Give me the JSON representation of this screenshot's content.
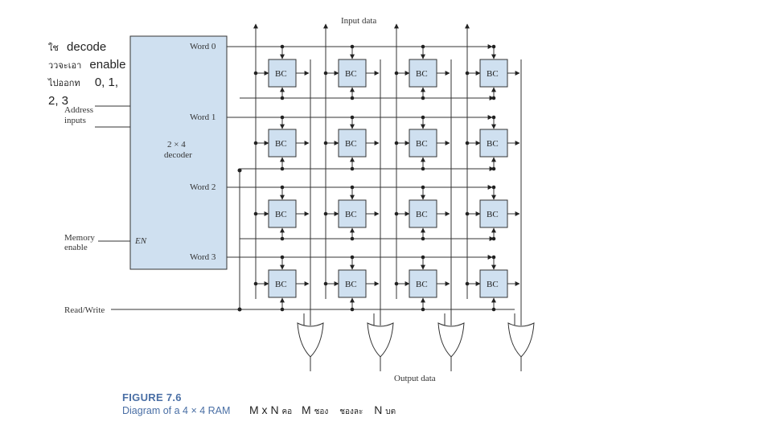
{
  "note": {
    "line1_th": "ใช",
    "line1_en": "decode",
    "line2_th": "ววจะเอา",
    "line2_en": "enable",
    "line3_th": "ไปออกท",
    "line3_en": "0, 1,",
    "line4": "2, 3"
  },
  "diagram": {
    "input_data": "Input data",
    "output_data": "Output data",
    "address_inputs": "Address inputs",
    "memory_enable": "Memory enable",
    "read_write": "Read/Write",
    "decoder_line1": "2 × 4",
    "decoder_line2": "decoder",
    "en": "EN",
    "words": [
      "Word 0",
      "Word 1",
      "Word 2",
      "Word 3"
    ],
    "cell_label": "BC"
  },
  "caption": {
    "figure": "FIGURE 7.6",
    "text": "Diagram of a 4 × 4 RAM",
    "note_m": "M x N",
    "note_th1": "คอ",
    "note_m2": "M",
    "note_th2": "ชอง",
    "note_th3": "ชองละ",
    "note_n": "N",
    "note_th4": "บต"
  },
  "colors": {
    "cell_fill": "#cfe0f0",
    "decoder_fill": "#cfe0f0",
    "caption": "#4a6fa5"
  }
}
